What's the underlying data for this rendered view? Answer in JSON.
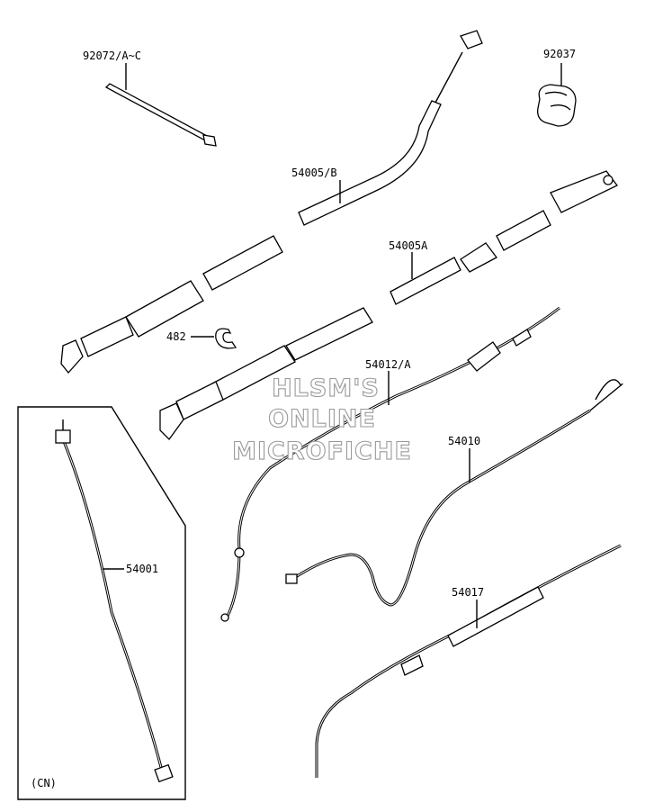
{
  "parts": [
    {
      "id": "p92072",
      "label": "92072/A~C"
    },
    {
      "id": "p92037",
      "label": "92037"
    },
    {
      "id": "p54005b",
      "label": "54005/B"
    },
    {
      "id": "p54005a",
      "label": "54005A"
    },
    {
      "id": "p482",
      "label": "482"
    },
    {
      "id": "p54012",
      "label": "54012/A"
    },
    {
      "id": "p54010",
      "label": "54010"
    },
    {
      "id": "p54001",
      "label": "54001"
    },
    {
      "id": "p54017",
      "label": "54017"
    }
  ],
  "inset_label": "(CN)",
  "watermark": [
    "HLSM'S",
    "ONLINE",
    "MICROFICHE"
  ]
}
